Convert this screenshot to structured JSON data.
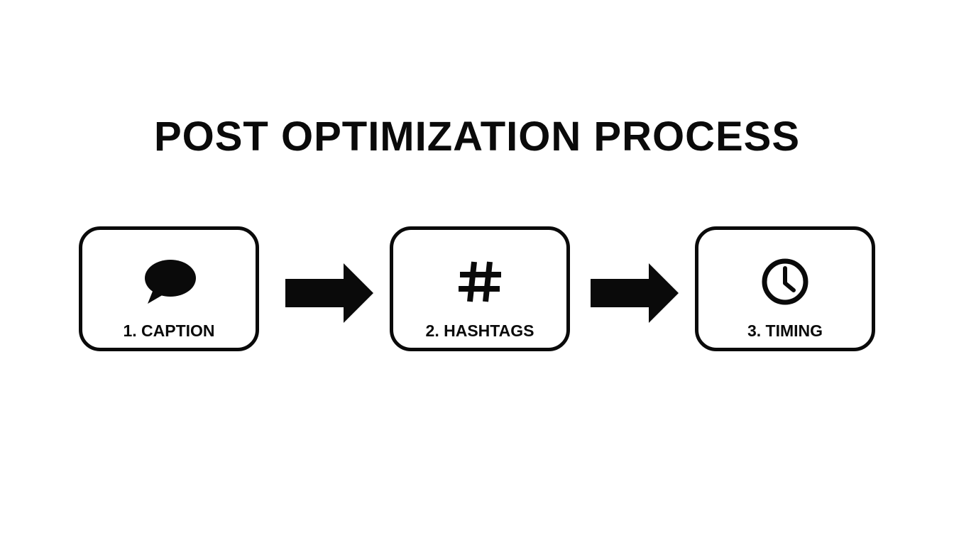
{
  "title": "POST OPTIMIZATION PROCESS",
  "steps": [
    {
      "label": "1. CAPTION",
      "icon": "speech-bubble-icon"
    },
    {
      "label": "2. HASHTAGS",
      "icon": "hashtag-icon"
    },
    {
      "label": "3. TIMING",
      "icon": "clock-icon"
    }
  ],
  "colors": {
    "ink": "#0a0a0a",
    "background": "#ffffff"
  }
}
